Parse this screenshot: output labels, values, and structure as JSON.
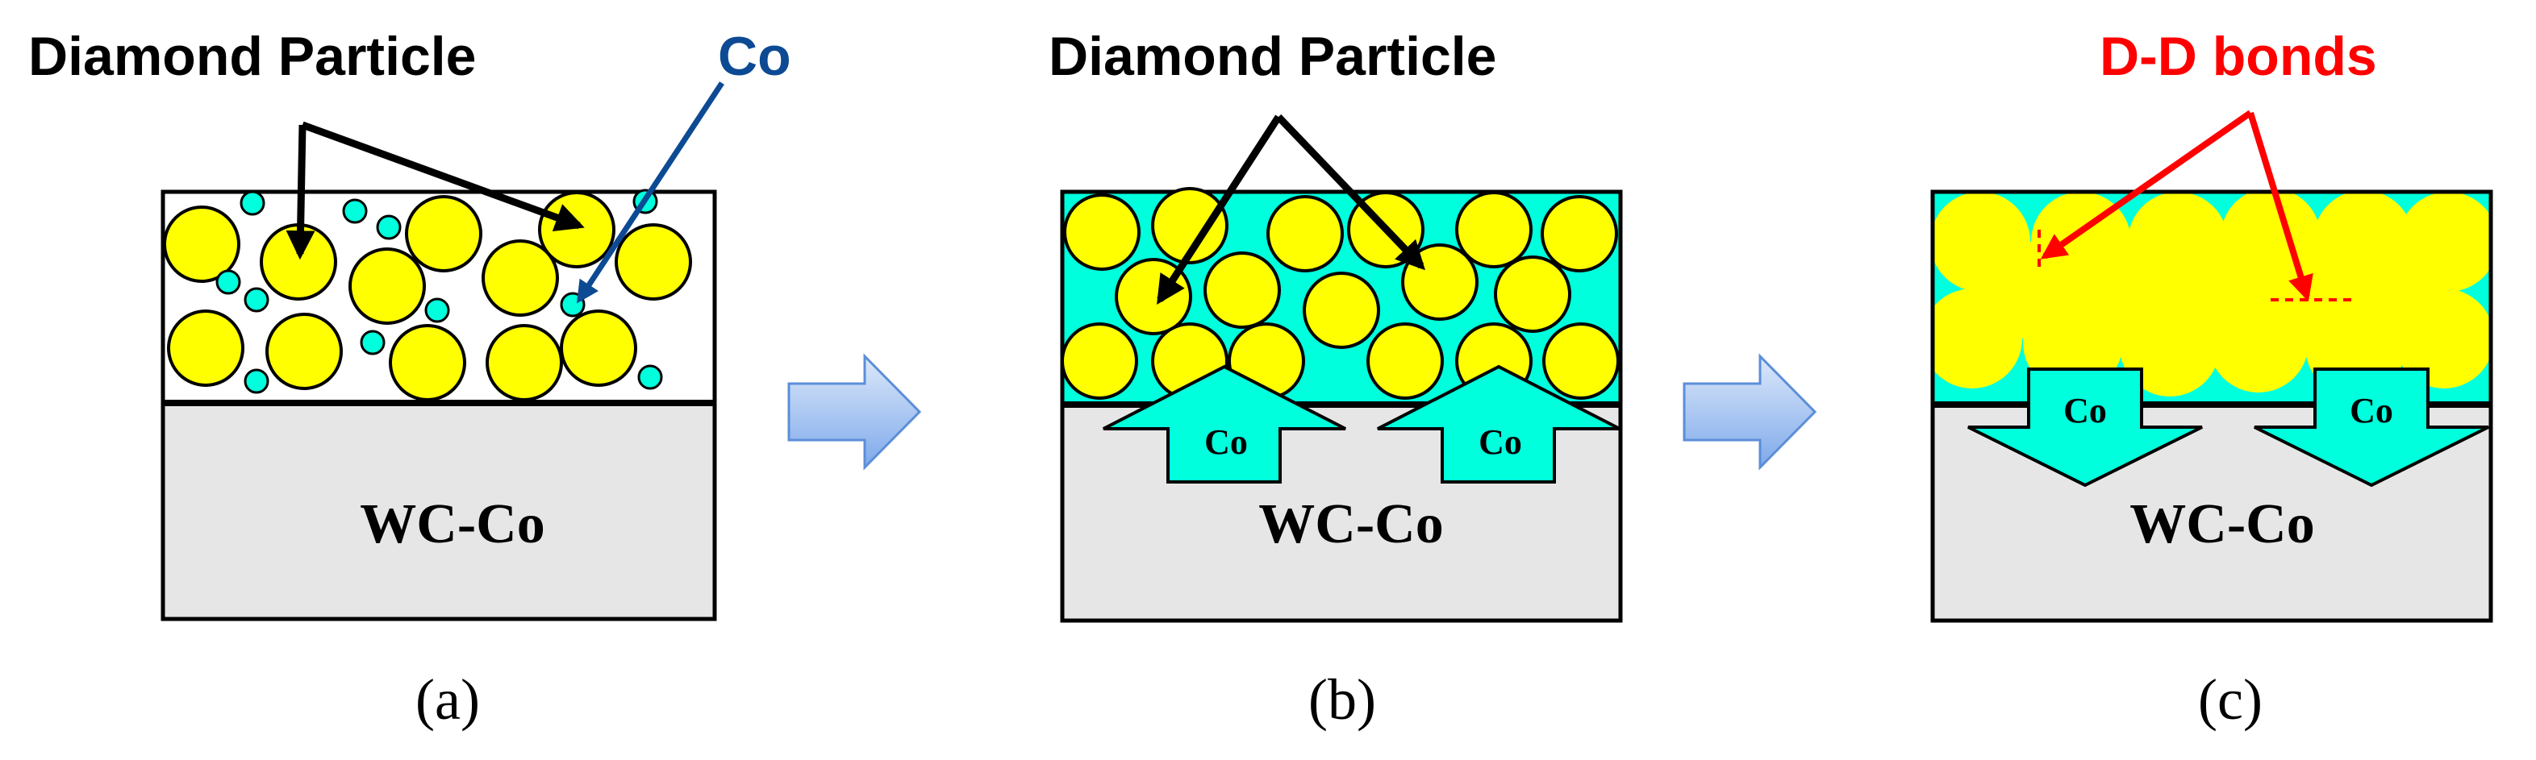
{
  "colors": {
    "diamond": "#ffff00",
    "cobalt": "#00ffdd",
    "substrate": "#e6e6e6",
    "black": "#000000",
    "co_label": "#0d4a94",
    "bond": "#ff0000",
    "arrow_light": "#c9dcf7",
    "arrow_dark": "#6e9ee6"
  },
  "panels": [
    {
      "caption": "(a)",
      "substrate_label": "WC-Co",
      "annotations": [
        {
          "label": "Diamond Particle"
        },
        {
          "label": "Co"
        }
      ]
    },
    {
      "caption": "(b)",
      "substrate_label": "WC-Co",
      "annotations": [
        {
          "label": "Diamond Particle"
        }
      ],
      "flow_arrows": [
        {
          "label": "Co"
        },
        {
          "label": "Co"
        }
      ]
    },
    {
      "caption": "(c)",
      "substrate_label": "WC-Co",
      "annotations": [
        {
          "label": "D-D bonds"
        }
      ],
      "flow_arrows": [
        {
          "label": "Co"
        },
        {
          "label": "Co"
        }
      ]
    }
  ]
}
